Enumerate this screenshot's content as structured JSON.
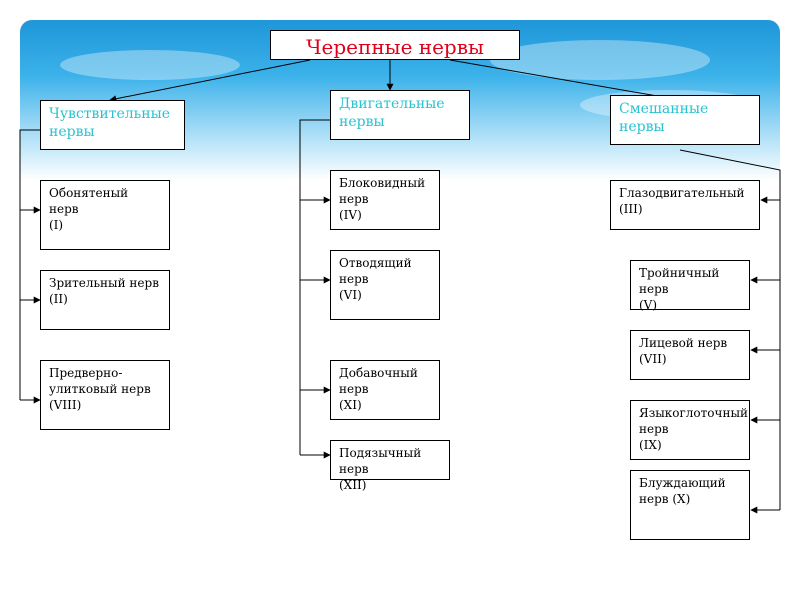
{
  "root": {
    "label": "Черепные нервы"
  },
  "categories": {
    "sensory": {
      "label": "Чувствительные\nнервы"
    },
    "motor": {
      "label": "Двигательные\nнервы"
    },
    "mixed": {
      "label": "Смешанные нервы"
    }
  },
  "nerves": {
    "sensory": [
      {
        "label": "Обонятеный нерв\n(I)"
      },
      {
        "label": "Зрительный нерв\n(II)"
      },
      {
        "label": "Предверно-\nулитковый нерв\n(VIII)"
      }
    ],
    "motor": [
      {
        "label": "Блоковидный\nнерв\n(IV)"
      },
      {
        "label": "Отводящий\nнерв\n(VI)"
      },
      {
        "label": "Добавочный\nнерв\n(XI)"
      },
      {
        "label": "Подязычный нерв\n(XII)"
      }
    ],
    "mixed": [
      {
        "label": "Глазодвигательный\n(III)"
      },
      {
        "label": "Тройничный нерв\n(V)"
      },
      {
        "label": "Лицевой нерв\n(VII)"
      },
      {
        "label": "Языкоглоточный\nнерв\n(IX)"
      },
      {
        "label": "Блуждающий\nнерв (X)"
      }
    ]
  },
  "colors": {
    "root_text": "#e0001a",
    "category_text": "#27c3cf",
    "background_top": "#1e96d8"
  }
}
